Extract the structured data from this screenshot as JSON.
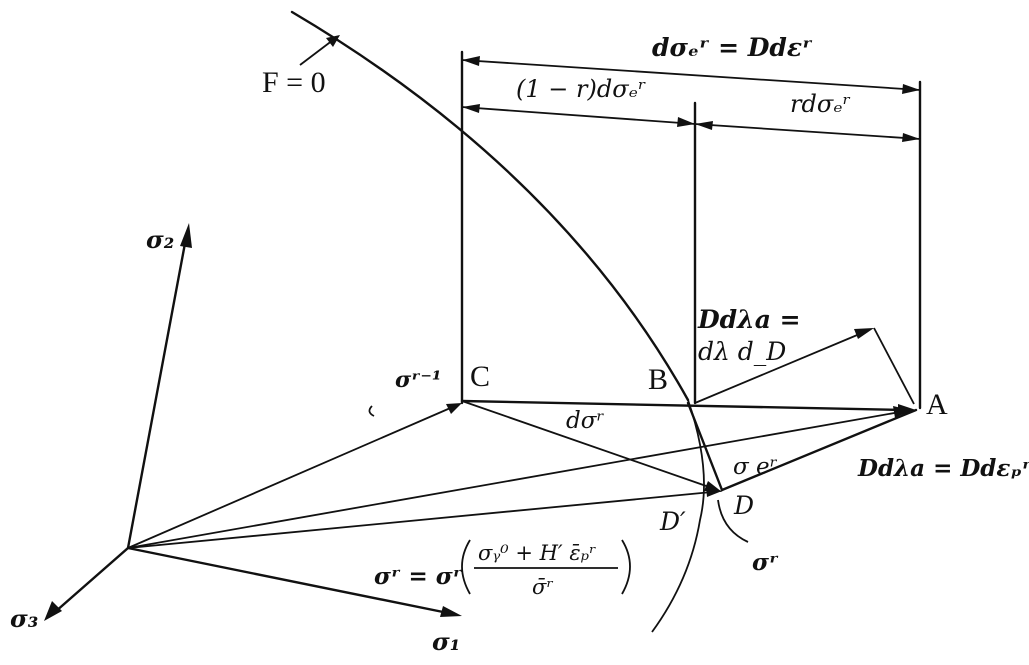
{
  "labels": {
    "yield_surface": "F = 0",
    "total_increment": "dσₑʳ = Ddεʳ",
    "partial_left": "(1 − r)dσₑʳ",
    "partial_right": "rdσₑʳ",
    "sigma2": "σ₂",
    "sigma1": "σ₁",
    "sigma3": "σ₃",
    "sigma_prev": "σʳ⁻¹",
    "dsigma": "dσʳ",
    "flow_line1": "Ddλa =",
    "flow_line2": "dλ d_D",
    "sigma_e": "σ eʳ",
    "plastic_eq": "Ddλa = Ddεₚʳ",
    "sigma_r_point": "σʳ",
    "scale_lhs": "σʳ = σʳ",
    "scale_num": "σᵧ⁰ + H′ ε̄ₚʳ",
    "scale_den": "σ̄ʳ"
  },
  "points": {
    "A": "A",
    "B": "B",
    "C": "C",
    "D": "D",
    "D_prime": "D′"
  }
}
